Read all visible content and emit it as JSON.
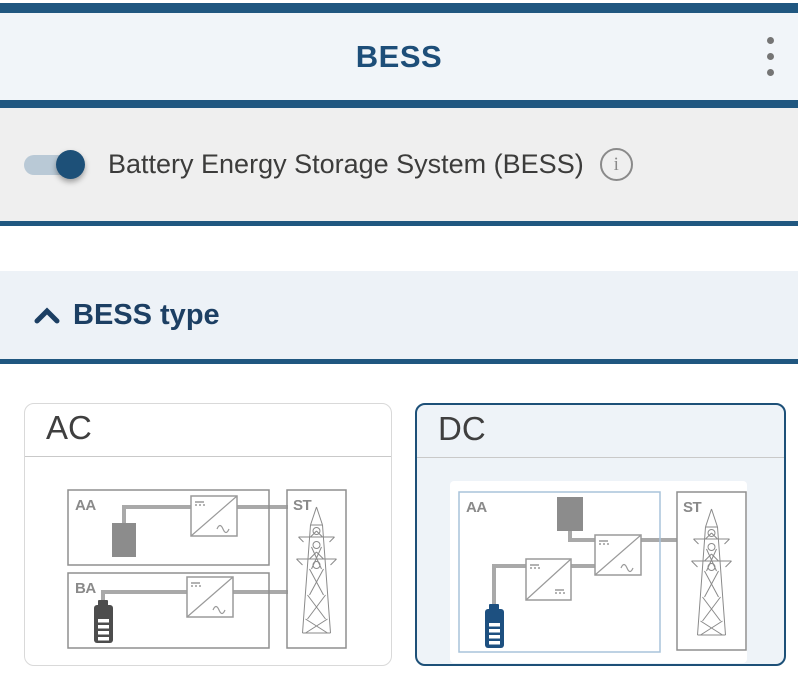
{
  "header": {
    "title": "BESS",
    "menu_icon": "kebab-menu-icon"
  },
  "toggle_row": {
    "label": "Battery Energy Storage System (BESS)",
    "toggle_state": "on",
    "info_icon_glyph": "i"
  },
  "section": {
    "title": "BESS type",
    "state": "expanded",
    "collapse_icon": "chevron-up-icon"
  },
  "cards": [
    {
      "label": "AC",
      "selected": false,
      "blocks": {
        "source": "AA",
        "battery": "BA",
        "grid": "ST"
      }
    },
    {
      "label": "DC",
      "selected": true,
      "blocks": {
        "source": "AA",
        "grid": "ST"
      }
    }
  ],
  "colors": {
    "brand_blue": "#205780",
    "title_blue": "#1d4e79",
    "section_blue": "#1c3f63",
    "selected_border": "#1d5078",
    "selected_bg": "#eef3f8",
    "header_bg": "#f1f5f9",
    "row_bg": "#efefef",
    "section_bg": "#edf2f7",
    "toggle_track": "#b9c9d6",
    "diagram_gray": "#8c8c8c",
    "battery_dark": "#4d4d4d",
    "battery_blue": "#1d5080"
  }
}
